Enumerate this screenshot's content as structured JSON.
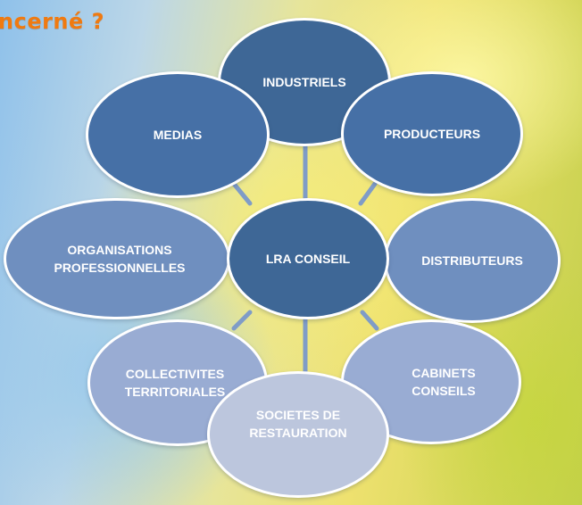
{
  "page": {
    "title": "ncerné ?"
  },
  "diagram": {
    "center": "LRA CONSEIL",
    "nodes": {
      "industriels": "INDUSTRIELS",
      "producteurs": "PRODUCTEURS",
      "medias": "MEDIAS",
      "distributeurs": "DISTRIBUTEURS",
      "organisations": "ORGANISATIONS\nPROFESSIONNELLES",
      "cabinets": "CABINETS\nCONSEILS",
      "collectivites": "COLLECTIVITES\nTERRITORIALES",
      "societes": "SOCIETES DE\nRESTAURATION"
    },
    "colors": {
      "dark": "#3e6796",
      "mid": "#4670a6",
      "medium_light": "#6f8fbf",
      "light": "#99acd3",
      "lightest": "#bcc6dd",
      "connector": "#7f9cc7",
      "title": "#f07a10"
    }
  }
}
